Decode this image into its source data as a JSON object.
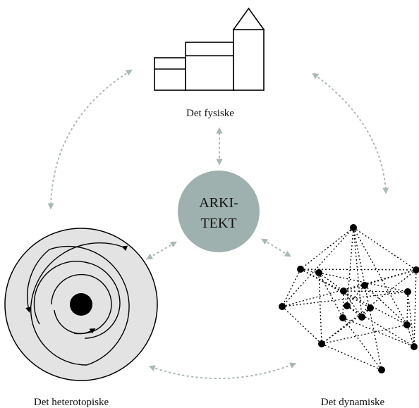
{
  "colors": {
    "center_fill": "#9fb1ae",
    "connector": "#a8b8b6",
    "disc_fill": "#e3e3e3",
    "ink": "#000000"
  },
  "nodes": {
    "center": {
      "line1": "ARKI-",
      "line2": "TEKT"
    },
    "physical": {
      "label": "Det fysiske",
      "icon": "buildings-icon"
    },
    "heterotopic": {
      "label": "Det heterotopiske",
      "icon": "spiral-disc-icon"
    },
    "dynamic": {
      "label": "Det dynamiske",
      "icon": "network-graph-icon"
    }
  },
  "connectors": [
    "physical-to-dynamic",
    "physical-to-heterotopic",
    "heterotopic-to-dynamic",
    "center-to-physical",
    "center-to-heterotopic",
    "center-to-dynamic"
  ]
}
